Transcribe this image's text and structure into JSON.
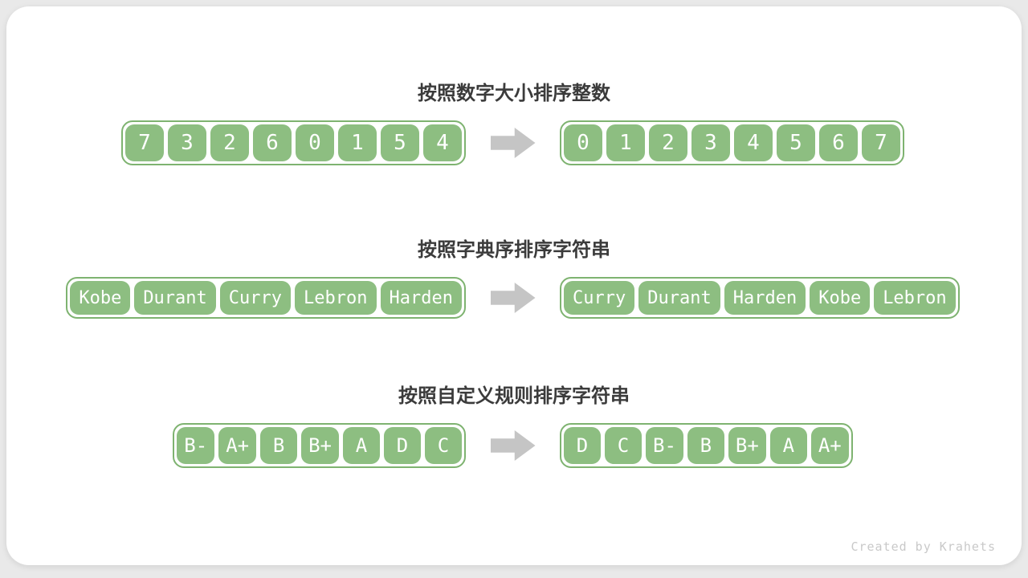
{
  "colors": {
    "page_background": "#e9e9e9",
    "card_background": "#ffffff",
    "box_green": "#8dbe81",
    "container_border_green": "#7eb370",
    "arrow_gray": "#c5c5c5",
    "title_text": "#3b3b3b",
    "box_text": "#ffffff",
    "credit_text": "#c9c9c9"
  },
  "rows": [
    {
      "title": "按照数字大小排序整数",
      "before": [
        "7",
        "3",
        "2",
        "6",
        "0",
        "1",
        "5",
        "4"
      ],
      "after": [
        "0",
        "1",
        "2",
        "3",
        "4",
        "5",
        "6",
        "7"
      ]
    },
    {
      "title": "按照字典序排序字符串",
      "before": [
        "Kobe",
        "Durant",
        "Curry",
        "Lebron",
        "Harden"
      ],
      "after": [
        "Curry",
        "Durant",
        "Harden",
        "Kobe",
        "Lebron"
      ]
    },
    {
      "title": "按照自定义规则排序字符串",
      "before": [
        "B-",
        "A+",
        "B",
        "B+",
        "A",
        "D",
        "C"
      ],
      "after": [
        "D",
        "C",
        "B-",
        "B",
        "B+",
        "A",
        "A+"
      ]
    }
  ],
  "footer": {
    "credit": "Created by Krahets"
  }
}
